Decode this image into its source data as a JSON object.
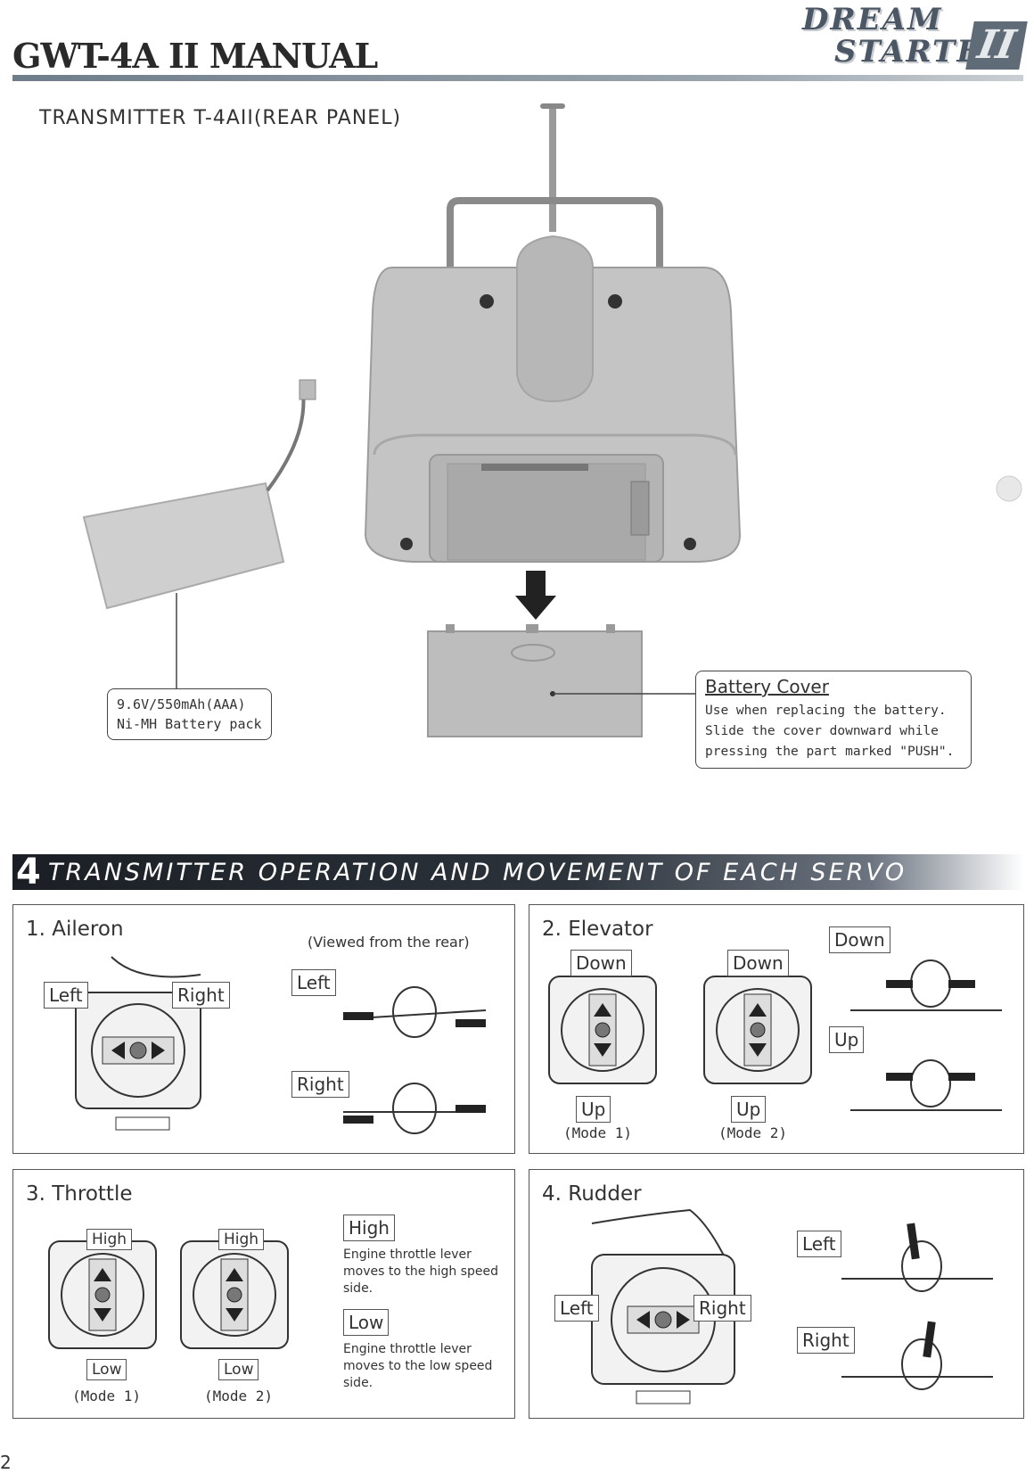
{
  "header": {
    "doc_title": "GWT-4A II MANUAL",
    "brand_line1": "DREAM",
    "brand_line2": "STARTER",
    "brand_mark": "II"
  },
  "rear_panel": {
    "section_label": "TRANSMITTER T-4AII(REAR PANEL)",
    "battery_label": [
      "9.6V/550mAh(AAA)",
      "Ni-MH Battery pack"
    ],
    "battery_cover": {
      "title": "Battery Cover",
      "lines": [
        "Use when replacing the battery.",
        "Slide the cover downward while",
        "pressing the part marked \"PUSH\"."
      ]
    }
  },
  "section4": {
    "number": "4",
    "title": "TRANSMITTER OPERATION AND MOVEMENT OF EACH SERVO"
  },
  "aileron": {
    "title": "1. Aileron",
    "note": "(Viewed from the rear)",
    "stick_left": "Left",
    "stick_right": "Right",
    "tag_left": "Left",
    "tag_right": "Right"
  },
  "elevator": {
    "title": "2. Elevator",
    "down1": "Down",
    "up1": "Up",
    "mode1": "(Mode 1)",
    "down2": "Down",
    "up2": "Up",
    "mode2": "(Mode 2)",
    "tag_down": "Down",
    "tag_up": "Up"
  },
  "throttle": {
    "title": "3. Throttle",
    "high1": "High",
    "low1": "Low",
    "mode1": "(Mode 1)",
    "high2": "High",
    "low2": "Low",
    "mode2": "(Mode 2)",
    "tag_high": "High",
    "high_desc": [
      "Engine throttle lever",
      "moves to the high speed",
      "side."
    ],
    "tag_low": "Low",
    "low_desc": [
      "Engine throttle lever",
      "moves to the low speed",
      "side."
    ]
  },
  "rudder": {
    "title": "4. Rudder",
    "stick_left": "Left",
    "stick_right": "Right",
    "tag_left": "Left",
    "tag_right": "Right"
  },
  "page_number": "2",
  "colors": {
    "accent_bar": "#1b1f25",
    "device_gray": "#bfbfbf",
    "rule": "#6f7d8a"
  }
}
